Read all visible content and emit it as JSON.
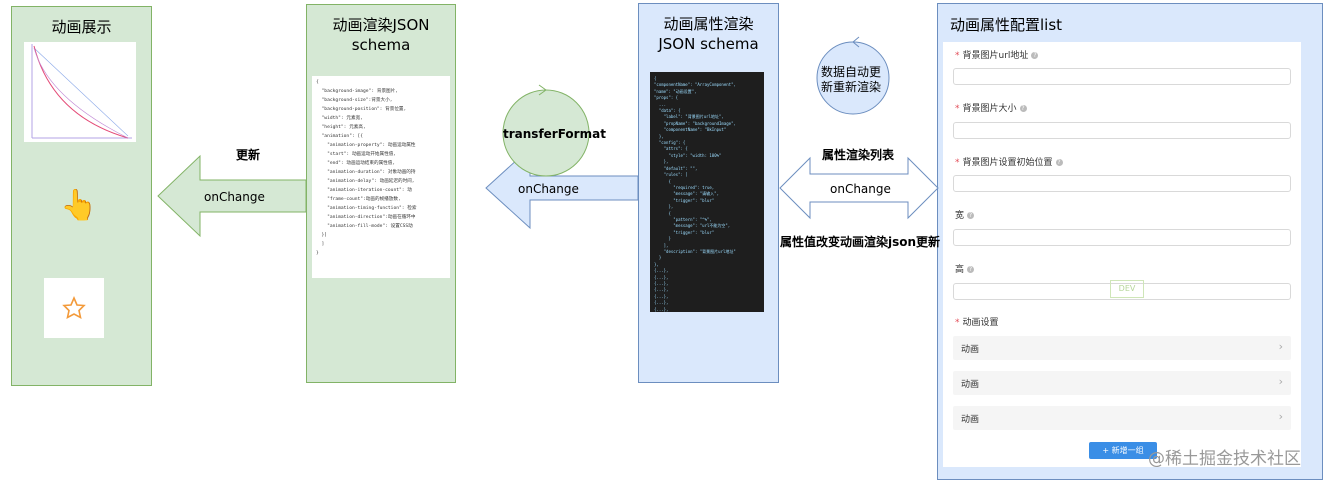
{
  "panels": {
    "animation_display": {
      "title": "动画展示",
      "star": "✩",
      "hand": "👆"
    },
    "render_schema": {
      "title_line1": "动画渲染JSON",
      "title_line2": "schema"
    },
    "attr_schema": {
      "title_line1": "动画属性渲染",
      "title_line2": "JSON schema"
    },
    "attr_config": {
      "title": "动画属性配置list"
    }
  },
  "schema_code_lines": [
    "{",
    "  \"background-image\": 背景图片,",
    "  \"background-size\":背景大小,",
    "  \"background-position\": 背景位置,",
    "  \"width\": 元素宽,",
    "  \"height\": 元素高,",
    "  \"animation\": [{",
    "    \"animation-property\": 动画运动属性",
    "    \"start\": 动画运动开始属性值,",
    "    \"end\": 动画运动结束的属性值,",
    "    \"animation-duration\": 对象动画的持",
    "    \"animation-delay\": 动画延迟的时间,",
    "    \"animation-iteration-count\": 动",
    "    \"frame-count\":动画的帧播放数,",
    "    \"animation-timing-function\": 检索",
    "    \"animation-direction\":动画在循环中",
    "    \"animation-fill-mode\": 设置CSS动",
    "  }]",
    "  ]",
    "}"
  ],
  "dark_code_lines": [
    "{",
    "\"componentName\": \"ArrayComponent\",",
    "\"name\": \"动画设置\",",
    "\"props\": {",
    "  ...",
    "  \"data\": {",
    "    \"label\": \"背景图片url地址\",",
    "    \"propName\": \"backgroundImage\",",
    "    \"componentName\": \"BkInput\"",
    "  },",
    "  \"config\": {",
    "    \"attrs\": {",
    "      \"style\": \"width: 100%\"",
    "    },",
    "    \"default\": \"\",",
    "    \"rules\": [",
    "      {",
    "        \"required\": true,",
    "        \"message\": \"请输入\",",
    "        \"trigger\": \"blur\"",
    "      },",
    "      {",
    "        \"pattern\": \"^%\",",
    "        \"message\": \"url不能为空\",",
    "        \"trigger\": \"blur\"",
    "      }",
    "    ],",
    "    \"description\": \"背景图片url地址\"",
    "  }",
    "},",
    "{...},",
    "{...},",
    "{...},",
    "{...},",
    "{...},",
    "{...},",
    "{...},",
    "]",
    "}"
  ],
  "arrows": {
    "update_label": "更新",
    "onchange_left": "onChange",
    "onchange_mid": "onChange",
    "onchange_right": "onChange",
    "transfer_format": "transferFormat",
    "auto_update": "数据自动更\n新重新渲染",
    "attr_list": "属性渲染列表",
    "attr_value_change": "属性值改变动画渲染json更新"
  },
  "form": {
    "fields": [
      {
        "label": "背景图片url地址",
        "required": true
      },
      {
        "label": "背景图片大小",
        "required": true
      },
      {
        "label": "背景图片设置初始位置",
        "required": true
      },
      {
        "label": "宽",
        "required": false
      },
      {
        "label": "高",
        "required": false
      }
    ],
    "anim_label": "动画设置",
    "anim_rows": [
      "动画",
      "动画",
      "动画"
    ],
    "add_button": "+ 新增一组",
    "dev_tag": "DEV"
  },
  "watermark": "@稀土掘金技术社区",
  "colors": {
    "green_fill": "#d5e8d4",
    "green_stroke": "#82b366",
    "blue_fill": "#dae8fc",
    "blue_stroke": "#6c8ebf"
  }
}
